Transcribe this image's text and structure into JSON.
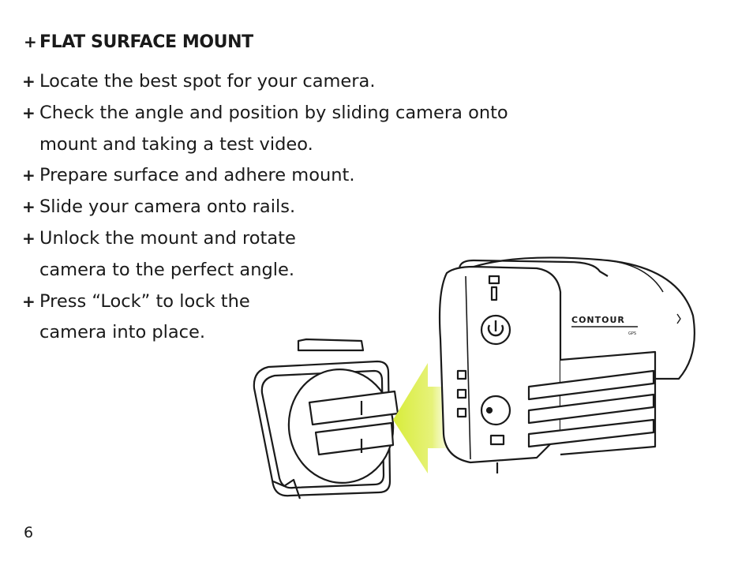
{
  "heading": {
    "plus": "+",
    "title": "FLAT SURFACE MOUNT"
  },
  "steps": [
    {
      "bullet": "+",
      "line1": "Locate the best spot for your camera.",
      "line2": ""
    },
    {
      "bullet": "+",
      "line1": "Check the angle and position by sliding camera onto",
      "line2": "mount and taking a test video."
    },
    {
      "bullet": "+",
      "line1": "Prepare surface and adhere mount.",
      "line2": ""
    },
    {
      "bullet": "+",
      "line1": "Slide your camera onto rails.",
      "line2": ""
    },
    {
      "bullet": "+",
      "line1": "Unlock the mount and rotate",
      "line2": "camera to the perfect angle."
    },
    {
      "bullet": "+",
      "line1": "Press “Lock” to lock the",
      "line2": "camera into place."
    }
  ],
  "illustration": {
    "brand": "CONTOUR",
    "model": "GPS",
    "arrow_color": "#d8ec3a",
    "line_color": "#1a1a1a"
  },
  "page_number": "6"
}
